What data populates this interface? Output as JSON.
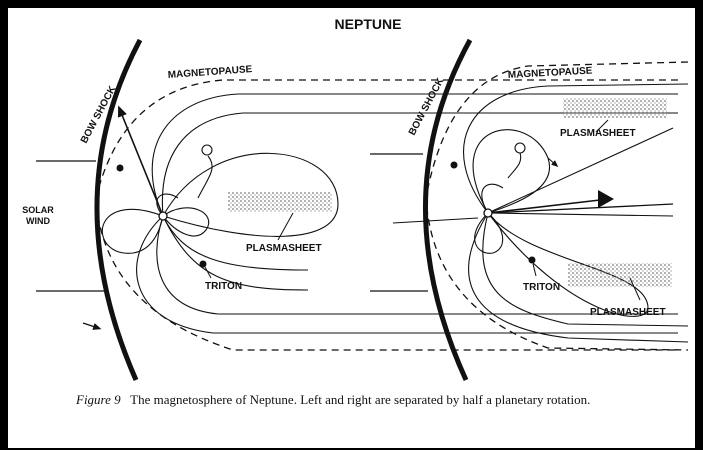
{
  "title": "NEPTUNE",
  "left_panel": {
    "bow_shock": "BOW SHOCK",
    "magnetopause": "MAGNETOPAUSE",
    "solar_wind_line1": "SOLAR",
    "solar_wind_line2": "WIND",
    "plasmasheet": "PLASMASHEET",
    "triton": "TRITON"
  },
  "right_panel": {
    "bow_shock": "BOW SHOCK",
    "magnetopause": "MAGNETOPAUSE",
    "plasmasheet_upper": "PLASMASHEET",
    "plasmasheet_lower": "PLASMASHEET",
    "triton": "TRITON"
  },
  "caption": {
    "figure_label": "Figure 9",
    "text": "The magnetosphere of Neptune. Left and right are separated by half a planetary rotation."
  },
  "colors": {
    "background": "#000000",
    "paper": "#ffffff",
    "ink": "#111111",
    "stipple": "#9a9a9a"
  }
}
